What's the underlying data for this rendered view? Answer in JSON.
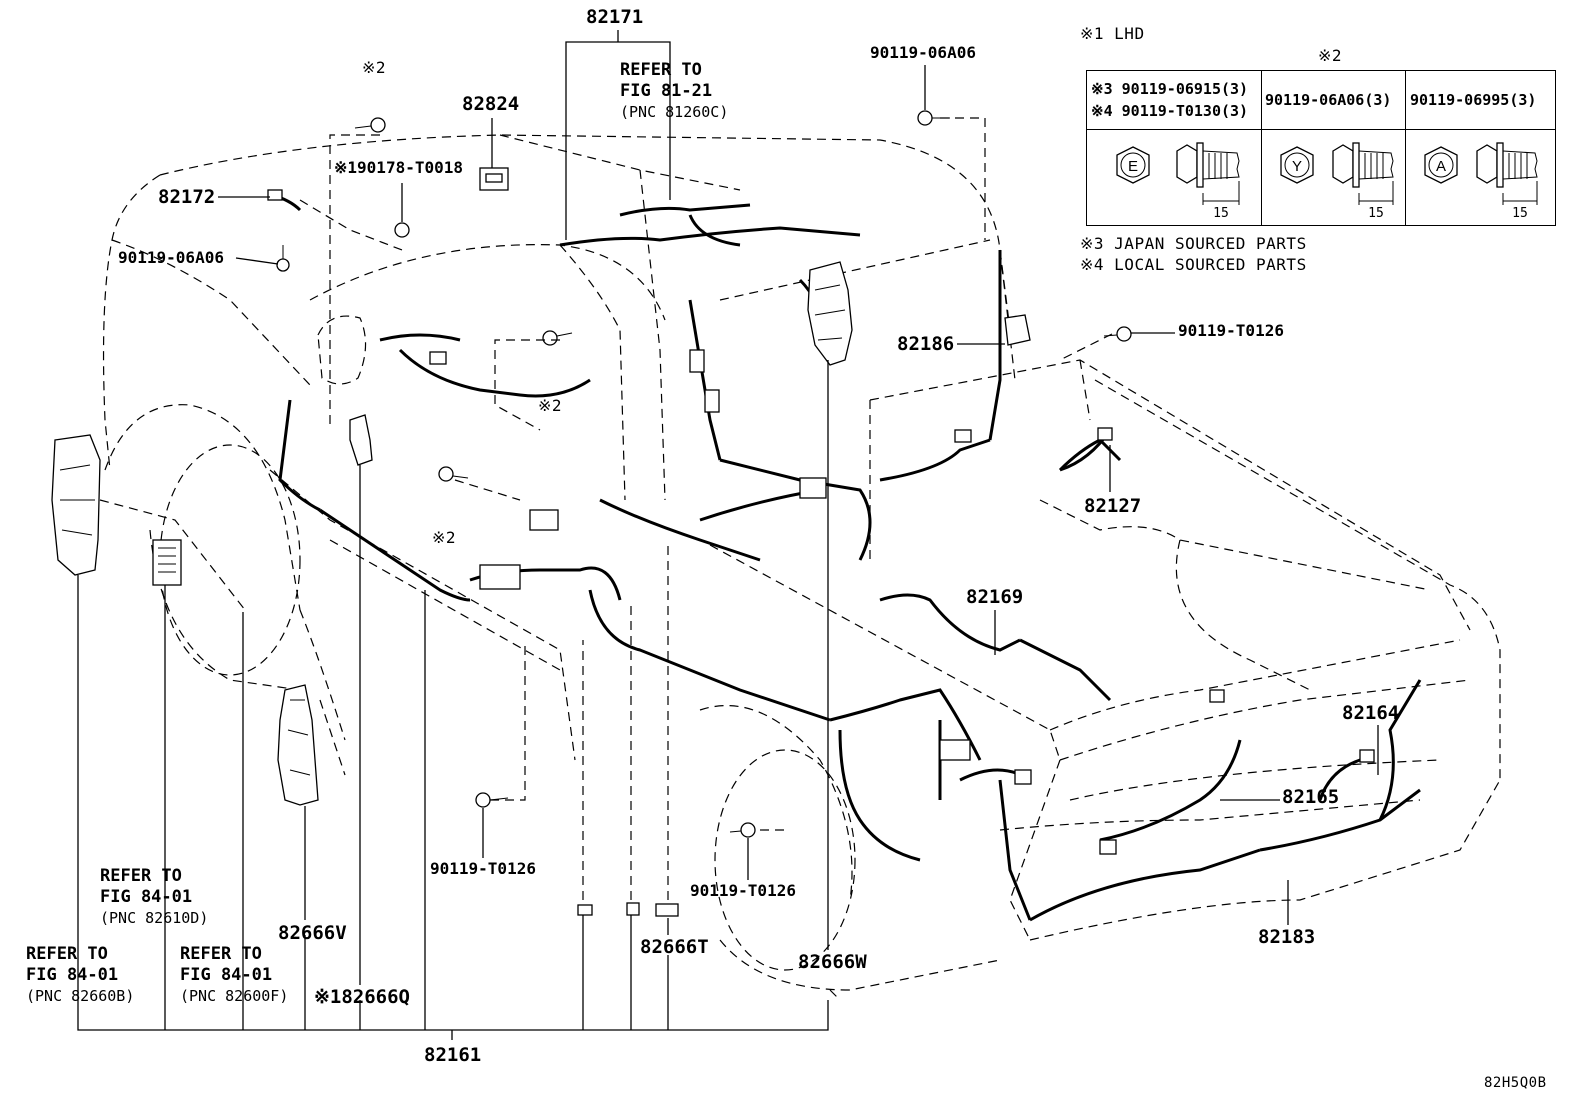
{
  "diagram_code": "82H5Q0B",
  "part_labels": {
    "p82171": "82171",
    "p82824": "82824",
    "p82172": "82172",
    "p90119_06A06_left": "90119-06A06",
    "p90178": "※190178-T0018",
    "p90119_06A06_top": "90119-06A06",
    "p82186": "82186",
    "p90119_T0126_right": "90119-T0126",
    "p82127": "82127",
    "p82169": "82169",
    "p82164": "82164",
    "p82165": "82165",
    "p82183": "82183",
    "p90119_T0126_mid": "90119-T0126",
    "p90119_T0126_low": "90119-T0126",
    "p82666V": "82666V",
    "p82666T": "82666T",
    "p82666W": "82666W",
    "p82666Q": "※182666Q",
    "p82161": "82161"
  },
  "notes": {
    "n2_top": "※2",
    "n2_mid": "※2",
    "n2_low": "※2"
  },
  "references": {
    "r1": {
      "line1": "REFER TO",
      "line2": "FIG 81-21",
      "pnc": "(PNC 81260C)"
    },
    "r2": {
      "line1": "REFER TO",
      "line2": "FIG 84-01",
      "pnc": "(PNC 82610D)"
    },
    "r3": {
      "line1": "REFER TO",
      "line2": "FIG 84-01",
      "pnc": "(PNC 82660B)"
    },
    "r4": {
      "line1": "REFER TO",
      "line2": "FIG 84-01",
      "pnc": "(PNC 82600F)"
    }
  },
  "legend": {
    "lhd_note": "※1 LHD",
    "header_note": "※2",
    "col1_line1": "※3 90119-06915(3)",
    "col1_line2": "※4 90119-T0130(3)",
    "col2": "90119-06A06(3)",
    "col3": "90119-06995(3)",
    "head_letters": [
      "E",
      "Y",
      "A"
    ],
    "dimension": "15",
    "note3": "※3 JAPAN SOURCED PARTS",
    "note4": "※4 LOCAL SOURCED PARTS"
  }
}
